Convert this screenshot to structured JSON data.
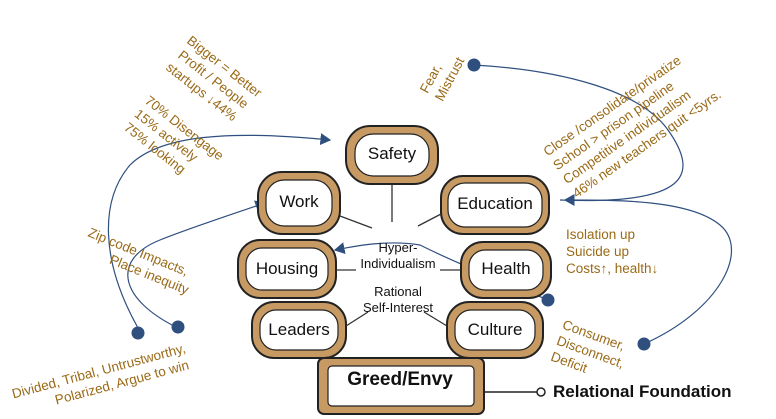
{
  "pillars": {
    "safety": "Safety",
    "work": "Work",
    "education": "Education",
    "housing": "Housing",
    "health": "Health",
    "leaders": "Leaders",
    "culture": "Culture"
  },
  "core": {
    "line1": "Hyper-",
    "line2": "Individualism",
    "line3": "Rational",
    "line4": "Self-Interest"
  },
  "base": {
    "greed": "Greed/Envy",
    "foundation": "Relational Foundation"
  },
  "notes": {
    "work": [
      "Bigger = Better",
      "Profit / People",
      "startups  ↓44%",
      "70% Disengage",
      "15% actively",
      "75% looking"
    ],
    "safety": [
      "Fear,",
      "Mistrust"
    ],
    "education": [
      "Close /consolidate/privatize",
      "School > prison pipeline",
      "Competitive individualism",
      "46% new teachers  quit <5yrs."
    ],
    "housing": [
      "Zip code Impacts,",
      "Place inequity"
    ],
    "health": [
      "Isolation up",
      "Suicide up",
      "Costs↑, health↓"
    ],
    "culture": [
      "Consumer,",
      "Disconnect,",
      "Deficit"
    ],
    "leaders": [
      "Divided, Tribal, Untrustworthy,",
      "Polarized, Argue to win"
    ]
  },
  "colors": {
    "accent": "#9a6a17",
    "pillar_fill": "#c79a64",
    "dot": "#2f4f7f"
  }
}
